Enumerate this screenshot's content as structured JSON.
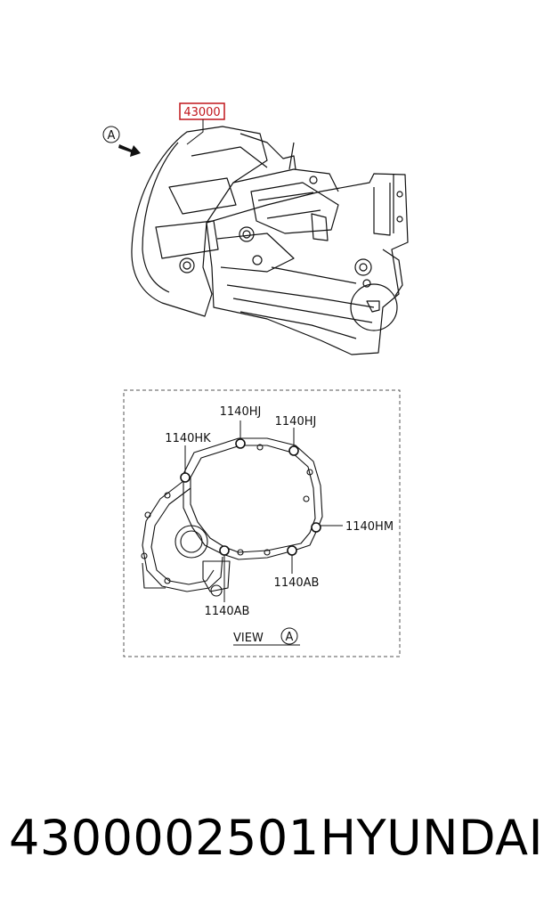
{
  "main_part": {
    "number": "43000",
    "box_color": "#c0161c"
  },
  "view_marker": "A",
  "view_label": {
    "text": "VIEW",
    "marker": "A"
  },
  "callouts": {
    "hj_top_left": "1140HJ",
    "hj_top_right": "1140HJ",
    "hk_left": "1140HK",
    "hm_right": "1140HM",
    "ab_right": "1140AB",
    "ab_bottom": "1140AB"
  },
  "footer": {
    "part_code": "4300002501",
    "brand": "HYUNDAI"
  }
}
